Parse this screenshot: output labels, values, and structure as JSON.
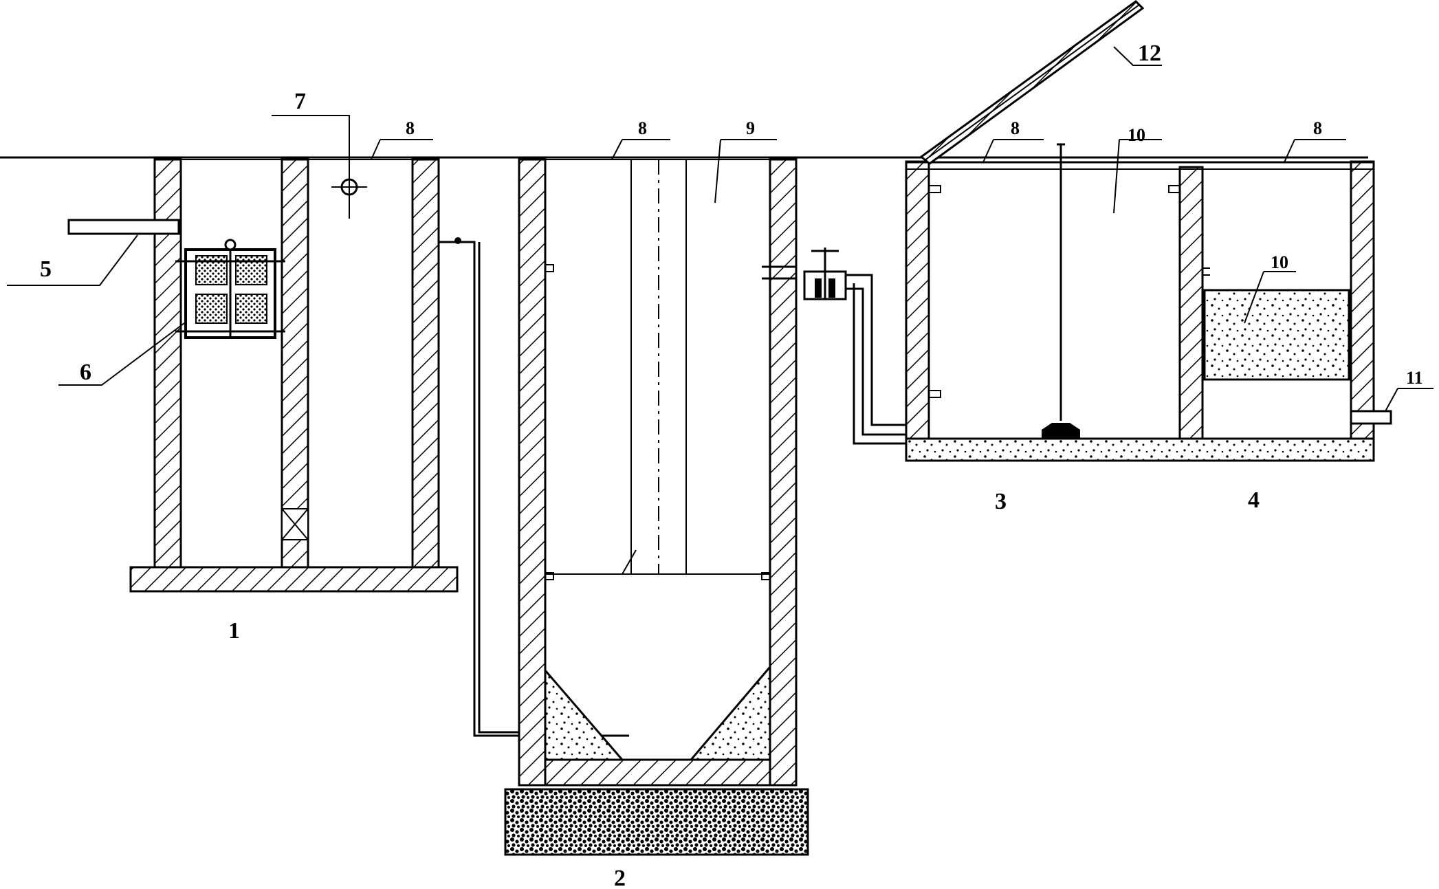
{
  "labels": {
    "tank1": "1",
    "tank2": "2",
    "tank3": "3",
    "tank4": "4",
    "item5": "5",
    "item6": "6",
    "item7": "7",
    "item8a": "8",
    "item8b": "8",
    "item8c": "8",
    "item8d": "8",
    "item9": "9",
    "item10a": "10",
    "item10b": "10",
    "item11": "11",
    "item12": "12"
  },
  "colors": {
    "line": "#000000",
    "background": "#ffffff"
  }
}
